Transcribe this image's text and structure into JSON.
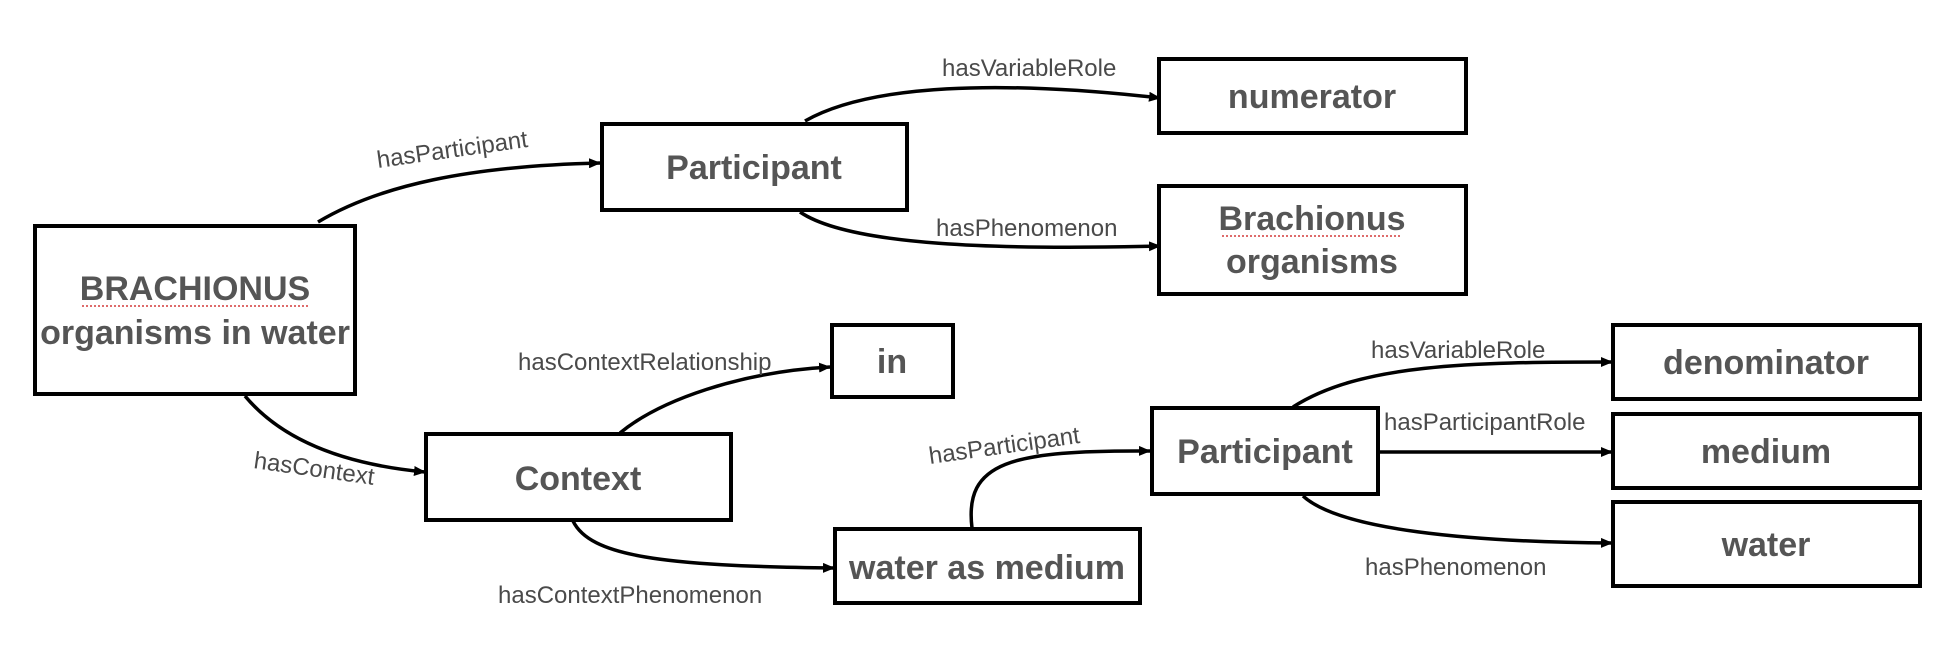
{
  "diagram": {
    "colors": {
      "box_border": "#000000",
      "box_text": "#555555",
      "label_text": "#4a4a4a",
      "spellcheck_underline": "#d33a3a",
      "background": "#ffffff"
    },
    "nodes": {
      "brachionus_root": {
        "line1": "BRACHIONUS",
        "line2": "organisms in water"
      },
      "participant_top": {
        "label": "Participant"
      },
      "numerator": {
        "label": "numerator"
      },
      "brachionus_organisms": {
        "line1": "Brachionus",
        "line2": "organisms"
      },
      "in": {
        "label": "in"
      },
      "context": {
        "label": "Context"
      },
      "water_as_medium": {
        "label": "water as medium"
      },
      "participant_bottom": {
        "label": "Participant"
      },
      "denominator": {
        "label": "denominator"
      },
      "medium": {
        "label": "medium"
      },
      "water": {
        "label": "water"
      }
    },
    "edges": {
      "has_participant_top": "hasParticipant",
      "has_variable_role_top": "hasVariableRole",
      "has_phenomenon_top": "hasPhenomenon",
      "has_context": "hasContext",
      "has_context_relationship": "hasContextRelationship",
      "has_context_phenomenon": "hasContextPhenomenon",
      "has_participant_bottom": "hasParticipant",
      "has_variable_role_bottom": "hasVariableRole",
      "has_participant_role": "hasParticipantRole",
      "has_phenomenon_bottom": "hasPhenomenon"
    }
  }
}
